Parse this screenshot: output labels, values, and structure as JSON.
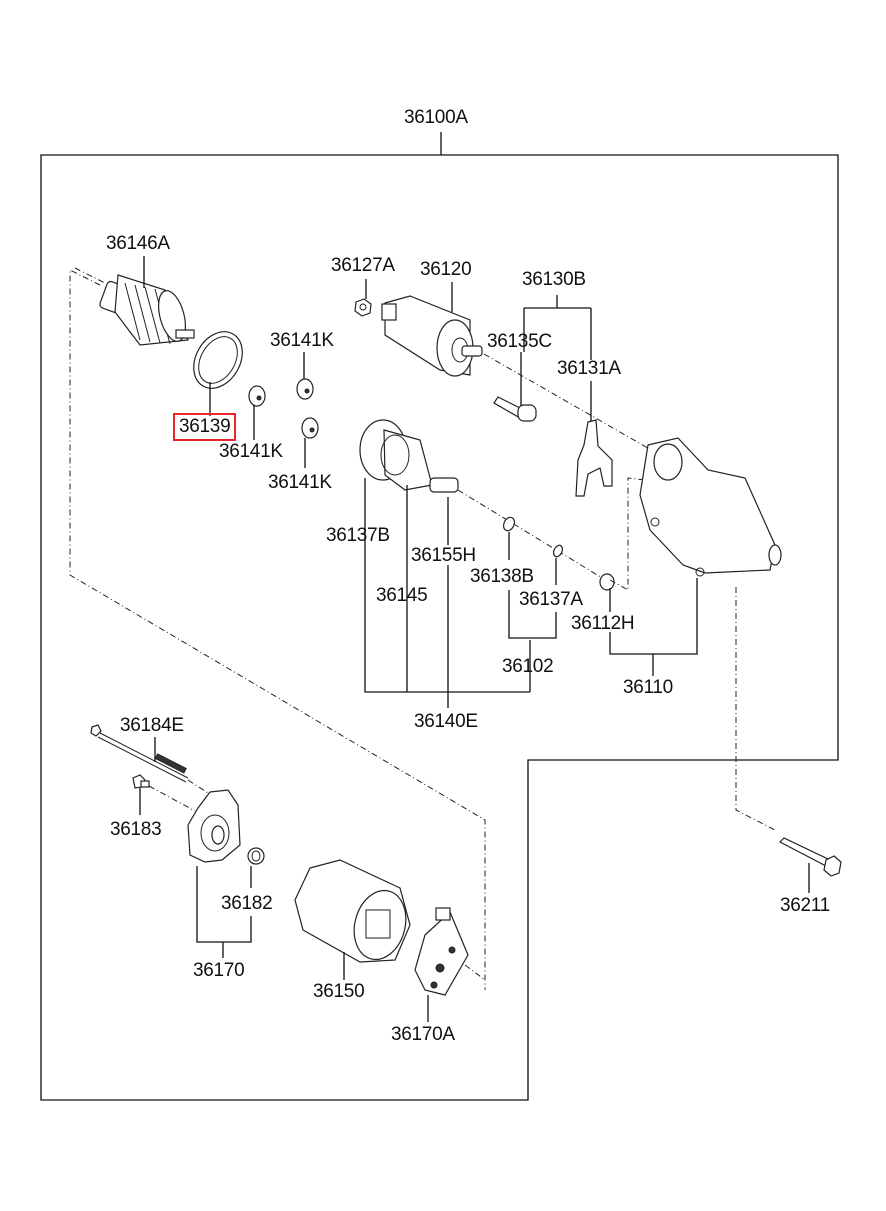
{
  "diagram": {
    "title": "Starter motor exploded parts diagram",
    "highlight_color": "#e8262b",
    "assembly_label": "36100A",
    "selected_part": "36139",
    "labels": {
      "p36100A": "36100A",
      "p36146A": "36146A",
      "p36127A": "36127A",
      "p36120": "36120",
      "p36130B": "36130B",
      "p36135C": "36135C",
      "p36131A": "36131A",
      "p36141K_a": "36141K",
      "p36141K_b": "36141K",
      "p36141K_c": "36141K",
      "p36139": "36139",
      "p36137B": "36137B",
      "p36155H": "36155H",
      "p36145": "36145",
      "p36138B": "36138B",
      "p36137A": "36137A",
      "p36112H": "36112H",
      "p36102": "36102",
      "p36110": "36110",
      "p36140E": "36140E",
      "p36184E": "36184E",
      "p36183": "36183",
      "p36182": "36182",
      "p36170": "36170",
      "p36150": "36150",
      "p36170A": "36170A",
      "p36211": "36211"
    }
  }
}
